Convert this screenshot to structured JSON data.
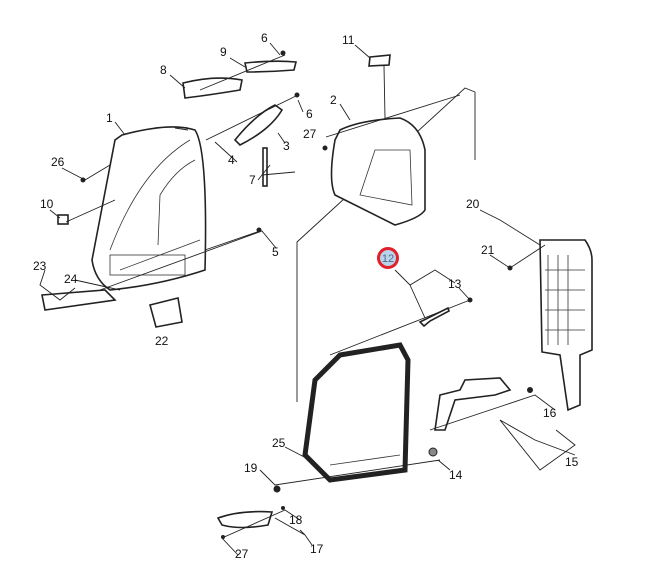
{
  "diagram": {
    "title": "Headlamp assembly exploded parts diagram",
    "highlight_color": "#e0202a",
    "highlight_fill": "#b9d3ea",
    "highlighted_callout": "12",
    "callouts": {
      "c6a": "6",
      "c9": "9",
      "c8": "8",
      "c11": "11",
      "c2": "2",
      "c6b": "6",
      "c27a": "27",
      "c1": "1",
      "c3": "3",
      "c4": "4",
      "c26": "26",
      "c7": "7",
      "c10": "10",
      "c5": "5",
      "c20": "20",
      "c21": "21",
      "c12": "12",
      "c13": "13",
      "c23": "23",
      "c24": "24",
      "c22": "22",
      "c25": "25",
      "c19": "19",
      "c14": "14",
      "c16": "16",
      "c15": "15",
      "c18": "18",
      "c17": "17",
      "c27b": "27"
    }
  }
}
